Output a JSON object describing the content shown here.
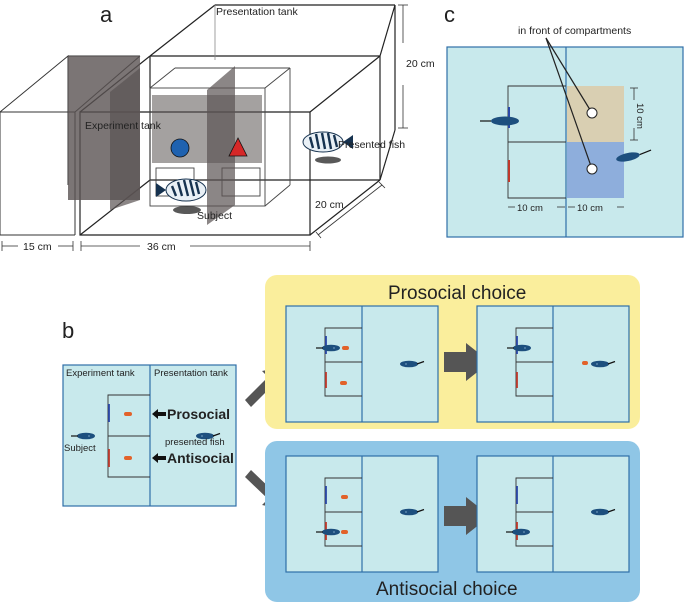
{
  "panel_a": {
    "letter": "a",
    "presentation_tank": "Presentation tank",
    "experiment_tank": "Experiment tank",
    "presented_fish": "Presented fish",
    "subject": "Subject",
    "dim_height": "20 cm",
    "dim_depth": "20 cm",
    "dim_width_small": "15 cm",
    "dim_width_large": "36 cm",
    "colors": {
      "circle": "#1f62b0",
      "triangle": "#d62828",
      "partition": "#5a5352"
    }
  },
  "panel_b": {
    "letter": "b",
    "experiment_tank": "Experiment tank",
    "presentation_tank": "Presentation tank",
    "subject": "Subject",
    "presented_fish": "presented fish",
    "prosocial": "Prosocial",
    "antisocial": "Antisocial",
    "prosocial_choice": "Prosocial choice",
    "antisocial_choice": "Antisocial choice",
    "colors": {
      "prosocial_text": "#f0901e",
      "antisocial_text": "#1f6fb8",
      "prosocial_bg": "#faee9c",
      "antisocial_bg": "#8fc6e6",
      "tank": "#c8e9ec",
      "tank_border": "#2f6fa8",
      "food": "#e2622a",
      "arrow": "#555555"
    }
  },
  "panel_c": {
    "letter": "c",
    "in_front": "in front of compartments",
    "dim_10_vertical": "10 cm",
    "dim_10_left": "10 cm",
    "dim_10_right": "10 cm",
    "colors": {
      "tank": "#c8e9ec",
      "zone_upper": "#d9cfb2",
      "zone_lower": "#8eaedc"
    }
  }
}
